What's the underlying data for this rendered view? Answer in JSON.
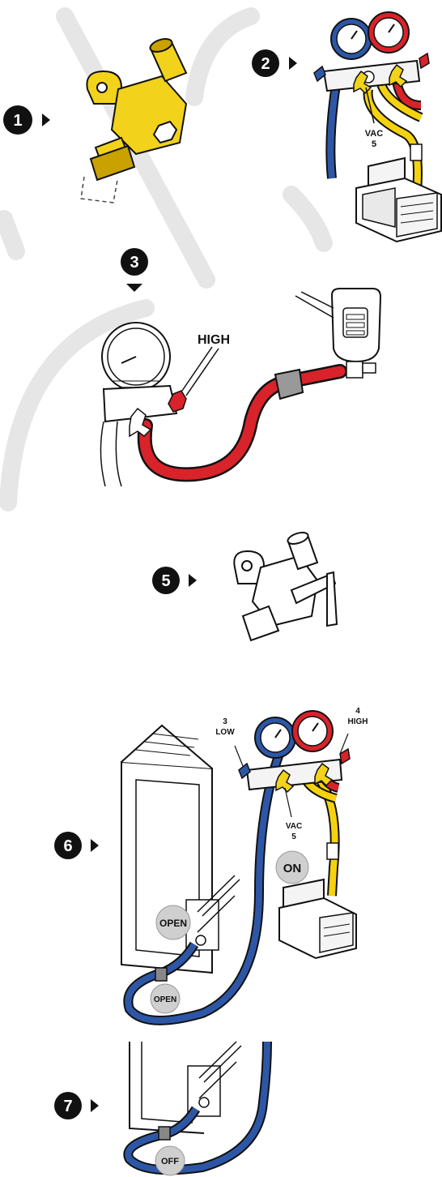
{
  "steps": {
    "s1": "1",
    "s2": "2",
    "s3": "3",
    "s5": "5",
    "s6": "6",
    "s7": "7"
  },
  "labels": {
    "vac_top_a": "VAC",
    "vac_top_b": "5",
    "high": "HIGH",
    "low_num": "3",
    "low_txt": "LOW",
    "high_num": "4",
    "high_txt": "HIGH",
    "vac_mid_a": "VAC",
    "vac_mid_b": "5",
    "on": "ON",
    "open_a": "OPEN",
    "open_b": "OPEN",
    "off": "OFF"
  },
  "colors": {
    "brass": "#f2d21a",
    "brass_dark": "#c9a200",
    "gauge_low": "#2d57a6",
    "gauge_high": "#d8232a",
    "hose_yellow": "#f5d20f",
    "hose_red": "#d8232a",
    "hose_blue": "#2d57a6",
    "watermark": "#e5e5e5",
    "badge_gray": "#cfcfcf"
  }
}
